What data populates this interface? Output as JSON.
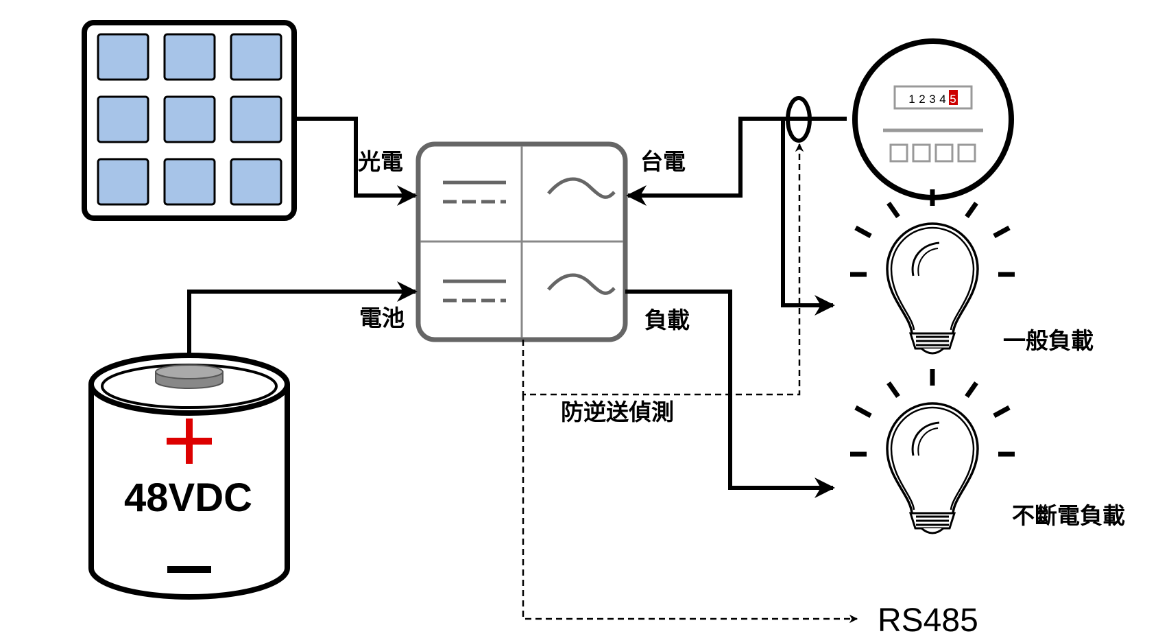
{
  "labels": {
    "pv": "光電",
    "grid": "台電",
    "battery": "電池",
    "load": "負載",
    "anti_backflow": "防逆送偵測",
    "general_load": "一般負載",
    "ups_load": "不斷電負載",
    "rs485": "RS485",
    "battery_voltage": "48VDC"
  },
  "meter": {
    "digits": [
      "1",
      "2",
      "3",
      "4",
      "5"
    ],
    "highlight_digit_color": "#cc0000"
  },
  "colors": {
    "solar_cell": "#a7c4e8",
    "inverter_stroke": "#666666",
    "battery_plus": "#dd0000",
    "line": "#000000"
  }
}
